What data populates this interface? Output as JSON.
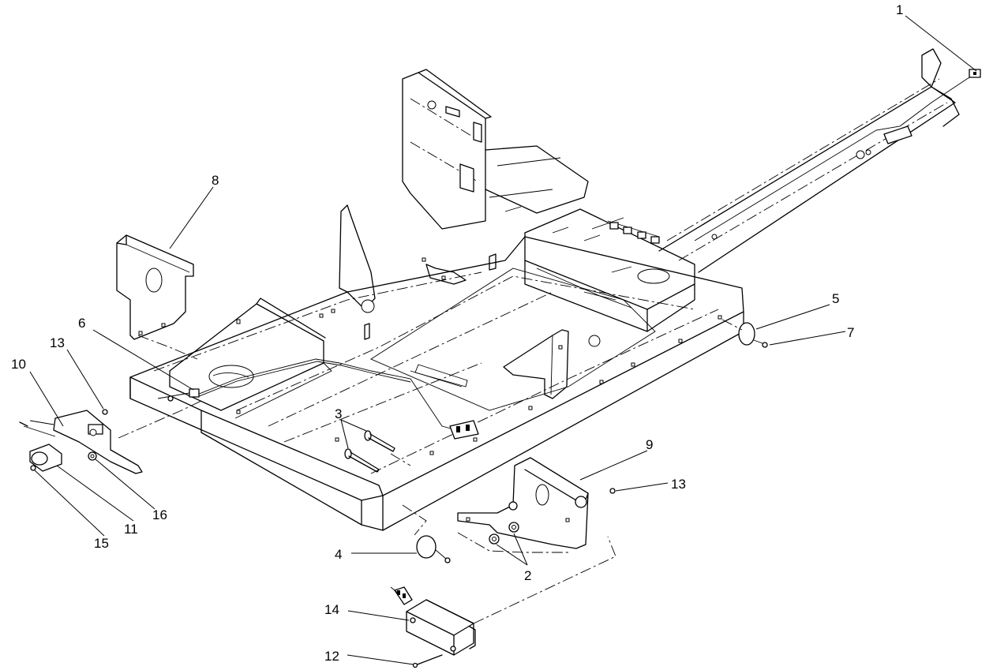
{
  "diagram": {
    "callouts": [
      {
        "id": "c1",
        "text": "1"
      },
      {
        "id": "c2",
        "text": "2"
      },
      {
        "id": "c3",
        "text": "3"
      },
      {
        "id": "c4",
        "text": "4"
      },
      {
        "id": "c5",
        "text": "5"
      },
      {
        "id": "c6",
        "text": "6"
      },
      {
        "id": "c7",
        "text": "7"
      },
      {
        "id": "c8",
        "text": "8"
      },
      {
        "id": "c9",
        "text": "9"
      },
      {
        "id": "c10",
        "text": "10"
      },
      {
        "id": "c11",
        "text": "11"
      },
      {
        "id": "c12",
        "text": "12"
      },
      {
        "id": "c13a",
        "text": "13"
      },
      {
        "id": "c13b",
        "text": "13"
      },
      {
        "id": "c14",
        "text": "14"
      },
      {
        "id": "c15",
        "text": "15"
      },
      {
        "id": "c16",
        "text": "16"
      }
    ]
  }
}
